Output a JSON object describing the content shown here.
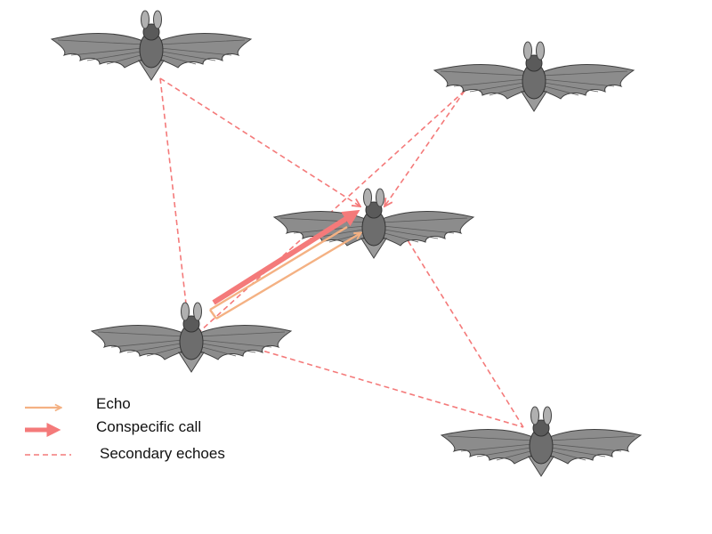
{
  "colors": {
    "background": "#ffffff",
    "echo": "#f4b183",
    "conspecific_call": "#f47a7a",
    "secondary_echoes": "#f47a7a",
    "bat_body": "#6d6d6d",
    "bat_wing": "#8a8a8a"
  },
  "bats": [
    {
      "name": "bat-top-left",
      "icon": "bat-icon"
    },
    {
      "name": "bat-top-right",
      "icon": "bat-icon"
    },
    {
      "name": "bat-center",
      "icon": "bat-icon"
    },
    {
      "name": "bat-lower-left",
      "icon": "bat-icon"
    },
    {
      "name": "bat-bottom-right",
      "icon": "bat-icon"
    }
  ],
  "legend": {
    "echo_label": "Echo",
    "call_label": "Conspecific call",
    "secondary_label": "Secondary echoes"
  }
}
